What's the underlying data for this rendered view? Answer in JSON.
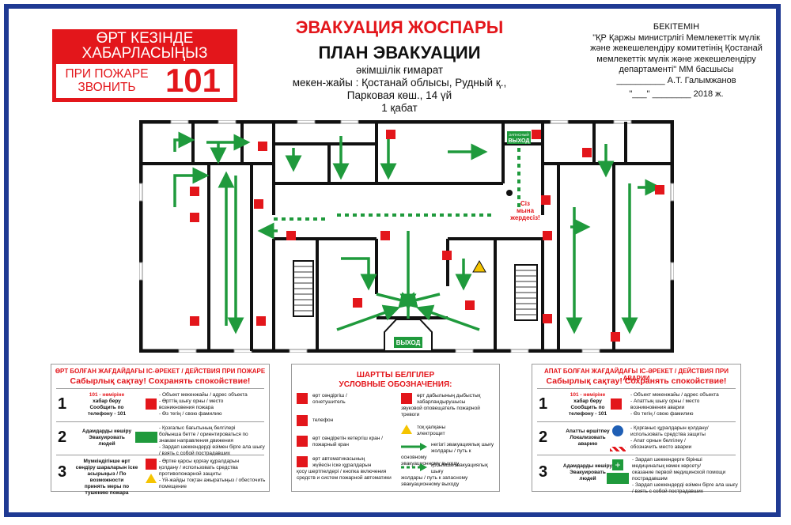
{
  "header": {
    "alarm_title_kz_1": "ӨРТ КЕЗІНДЕ",
    "alarm_title_kz_2": "ХАБАРЛАСЫҢЫЗ",
    "alarm_ru_1": "ПРИ ПОЖАРЕ",
    "alarm_ru_2": "ЗВОНИТЬ",
    "alarm_number": "101",
    "title_kz": "ЭВАКУАЦИЯ ЖОСПАРЫ",
    "title_ru": "ПЛАН ЭВАКУАЦИИ",
    "building": "әкімшілік ғимарат",
    "address_1": "мекен-жайы : Қостанай облысы, Рудный қ.,",
    "address_2": "Парковая көш., 14 үй",
    "floor": "1 қабат"
  },
  "approval": {
    "title": "БЕКІТЕМІН",
    "line1": "\"ҚР Қаржы министрлігі Мемлекеттік мүлік",
    "line2": "және жекешелендіру комитетінің Қостанай",
    "line3": "мемлекеттік мүлік және жекешелендіру",
    "line4": "департаменті\" ММ басшысы",
    "line5": "__________ А.Т. Галымжанов",
    "line6": "\"___\" ________ 2018 ж."
  },
  "plan": {
    "exit_top": "ВЫХОД",
    "exit_top_small": "ЗАПАСНЫЙ",
    "exit_bottom": "ВЫХОД",
    "you_are_here_1": "Сіз",
    "you_are_here_2": "мына",
    "you_are_here_3": "жердесіз!"
  },
  "fire_panel": {
    "title": "ӨРТ БОЛҒАН ЖАҒДАЙДАҒЫ ІС-ӘРЕКЕТ / ДЕЙСТВИЯ ПРИ ПОЖАРЕ",
    "subtitle": "Сабырлық сақтау!   Сохранять спокойствие!",
    "steps": [
      {
        "num": "1",
        "action_1": "101 - нөміріне",
        "action_2": "хабар беру",
        "action_3": "Сообщить по",
        "action_4": "телефону - 101",
        "desc_1": "- Объект мекенжайы / адрес объекта",
        "desc_2": "- Өрттің шығу орны / место",
        "desc_3": "возникновения пожара",
        "desc_4": "- Өз тегің / свою фамилию"
      },
      {
        "num": "2",
        "action_1": "Адамдарды көшіру",
        "action_2": "Эвакуировать",
        "action_3": "людей",
        "action_4": "",
        "desc_1": "- Қозғалыс бағытының белгілері",
        "desc_2": "бойынша бетте / ориентироваться по",
        "desc_3": "знакам направления движения",
        "desc_4": "- Зардап шеккендерді өзімен бірге ала шығу / взять с собой пострадавших"
      },
      {
        "num": "3",
        "action_1": "Мүмкіндігінше өрт",
        "action_2": "сөндіру шараларын іске",
        "action_3": "асырыңыз / По возможности",
        "action_4": "принять меры по тушению пожара",
        "desc_1": "- Өртке қарсы қорғау құралдарын",
        "desc_2": "қолдану / использовать средства",
        "desc_3": "противопожарной защиты",
        "desc_4": "- Үй-жайды тоқтан ажыратыңыз / обесточить помещение"
      }
    ]
  },
  "legend": {
    "title_kz": "ШАРТТЫ БЕЛГІЛЕР",
    "title_ru": "УСЛОВНЫЕ ОБОЗНАЧЕНИЯ:",
    "items": [
      {
        "icon": "fire-extinguisher",
        "text_1": "өрт сөндіргіш /",
        "text_2": "огнетушитель",
        "text_3": ""
      },
      {
        "icon": "phone",
        "text_1": "телефон",
        "text_2": "",
        "text_3": ""
      },
      {
        "icon": "fire-hydrant",
        "text_1": "өрт сөндіретін кетергіш кран /",
        "text_2": "пожарный кран",
        "text_3": ""
      },
      {
        "icon": "manual-call-point",
        "text_1": "өрт автоматикасының",
        "text_2": "жүйесін іске құралдарын",
        "text_3": "қосу шертпелдері / кнопка включения средств и систем пожарной автоматики"
      },
      {
        "icon": "alarm-sounder",
        "text_1": "өрт дабылының дыбыстық",
        "text_2": "хабарландырушысы",
        "text_3": "звуковой оповещатель пожарной тревоги"
      },
      {
        "icon": "electric-hazard",
        "text_1": "тоқ қалқаны",
        "text_2": "электрощит",
        "text_3": ""
      },
      {
        "icon": "main-route",
        "text_1": "негізгі эвакуациялық шығу",
        "text_2": "жолдары / путь к основному",
        "text_3": "эвакуационному выходу"
      },
      {
        "icon": "spare-route",
        "text_1": "қосымша эвакуациялық шығу",
        "text_2": "жолдары / путь к запасному",
        "text_3": "эвакуационному выходу"
      }
    ]
  },
  "emergency_panel": {
    "title": "АПАТ БОЛҒАН ЖАҒДАЙДАҒЫ ІС-ӘРЕКЕТ / ДЕЙСТВИЯ ПРИ АВАРИИ",
    "subtitle": "Сабырлық сақтау!   Сохранять спокойствие!",
    "steps": [
      {
        "num": "1",
        "action_1": "101 - нөміріне",
        "action_2": "хабар беру",
        "action_3": "Сообщить по",
        "action_4": "телефону - 101",
        "desc_1": "- Объект мекенжайы / адрес объекта",
        "desc_2": "- Апаттың шығу орны / место",
        "desc_3": "возникновения аварии",
        "desc_4": "- Өз тегің / свою фамилию"
      },
      {
        "num": "2",
        "action_1": "Апатты өршітпеу",
        "action_2": "Локализовать",
        "action_3": "аварию",
        "action_4": "",
        "desc_1": "- Қорғаныс құралдарын қолдану/",
        "desc_2": "использовать средства защиты",
        "desc_3": "- Апат орнын белгілеу /",
        "desc_4": "обозначить место аварии"
      },
      {
        "num": "3",
        "action_1": "Адамдарды көшіру",
        "action_2": "Эвакуировать",
        "action_3": "людей",
        "action_4": "",
        "desc_1": "- Зардап шеккендерге бірінші",
        "desc_2": "медициналық көмек көрсету/",
        "desc_3": "оказание первой медицинской помощи пострадавшим",
        "desc_4": "- Зардап шеккендерді өзімен бірге ала шығу / взять с собой пострадавших"
      }
    ]
  },
  "colors": {
    "red": "#e3161b",
    "green": "#1f9a3c",
    "blue_frame": "#1f3a93",
    "wall": "#111111"
  }
}
